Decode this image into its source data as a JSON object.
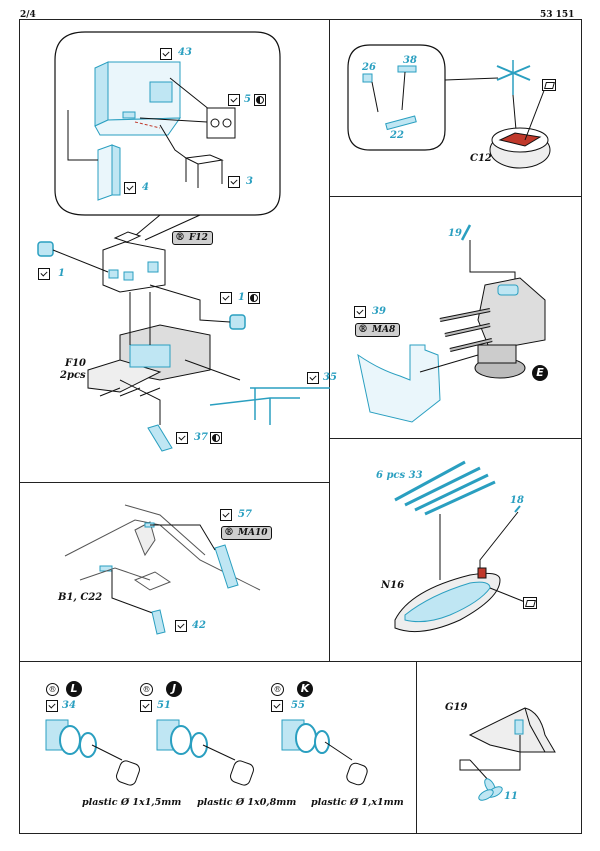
{
  "header": {
    "page": "2/4",
    "code": "53 151"
  },
  "panel_a": {
    "steps": {
      "s43": "43",
      "s5": "5",
      "s4": "4",
      "s3": "3",
      "s1a": "1",
      "s1b": "1",
      "s35": "35",
      "s37": "37"
    },
    "ref_f12": "F12",
    "f10": "F10",
    "f10_count": "2pcs"
  },
  "panel_b": {
    "steps": {
      "s26": "26",
      "s38": "38",
      "s22": "22"
    },
    "c12": "C12"
  },
  "panel_c": {
    "steps": {
      "s19": "19",
      "s39": "39"
    },
    "ref": "MA8",
    "marker": "E"
  },
  "panel_d": {
    "steps": {
      "s57": "57",
      "s42": "42"
    },
    "ref": "MA10",
    "b1": "B1, C22"
  },
  "panel_e": {
    "steps": {
      "s33": "6 pcs 33",
      "s18": "18"
    },
    "n16": "N16"
  },
  "panel_f": {
    "groups": [
      {
        "marker": "L",
        "step": "34",
        "plastic": "plastic Ø 1x1,5mm"
      },
      {
        "marker": "J",
        "step": "51",
        "plastic": "plastic Ø 1x0,8mm"
      },
      {
        "marker": "K",
        "step": "55",
        "plastic": "plastic Ø 1,x1mm"
      }
    ]
  },
  "panel_g": {
    "g19": "G19",
    "step": "11"
  },
  "colors": {
    "etch": "#bfe6f3",
    "etch_stroke": "#2a9fc0",
    "red": "#c0392b"
  }
}
